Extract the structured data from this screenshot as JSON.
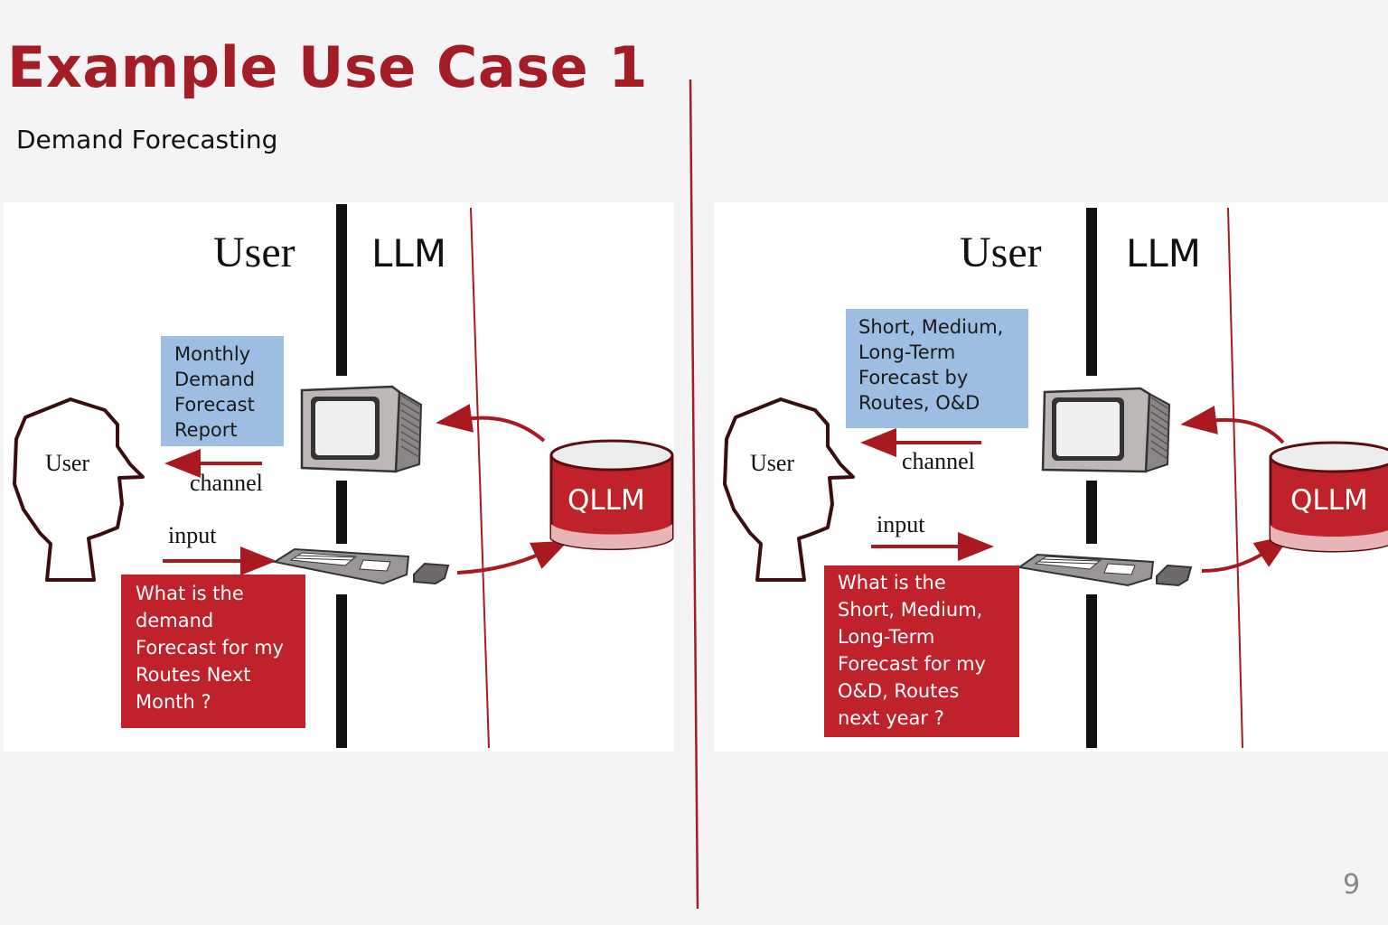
{
  "slide": {
    "title": "Example Use Case 1",
    "subtitle": "Demand Forecasting",
    "page_number": "9",
    "accent_color": "#a41c24"
  },
  "panels": [
    {
      "header_user": "User",
      "header_llm": "LLM",
      "user_label": "User",
      "output_box": "Monthly Demand Forecast Report",
      "output_lines": [
        "Monthly",
        "Demand",
        "Forecast",
        "Report"
      ],
      "channel_label": "channel",
      "input_label": "input",
      "query_lines": [
        "What is the",
        "demand",
        "Forecast for my",
        "Routes Next",
        "Month ?"
      ],
      "database_label": "QLLM",
      "icons": [
        "user-head-icon",
        "monitor-icon",
        "keyboard-icon",
        "mouse-icon",
        "database-icon"
      ]
    },
    {
      "header_user": "User",
      "header_llm": "LLM",
      "user_label": "User",
      "output_box": "Short, Medium, Long-Term Forecast by Routes, O&D",
      "output_lines": [
        "Short, Medium,",
        "Long-Term",
        "Forecast by",
        "Routes, O&D"
      ],
      "channel_label": "channel",
      "input_label": "input",
      "query_lines": [
        "What is the",
        "Short, Medium,",
        "Long-Term",
        "Forecast for my",
        "O&D, Routes",
        "next year ?"
      ],
      "database_label": "QLLM",
      "icons": [
        "user-head-icon",
        "monitor-icon",
        "keyboard-icon",
        "mouse-icon",
        "database-icon"
      ]
    }
  ],
  "colors": {
    "blue_box": "#9ebde2",
    "red_box": "#c0222b",
    "arrow": "#a81a20",
    "divider": "#a41c24"
  }
}
